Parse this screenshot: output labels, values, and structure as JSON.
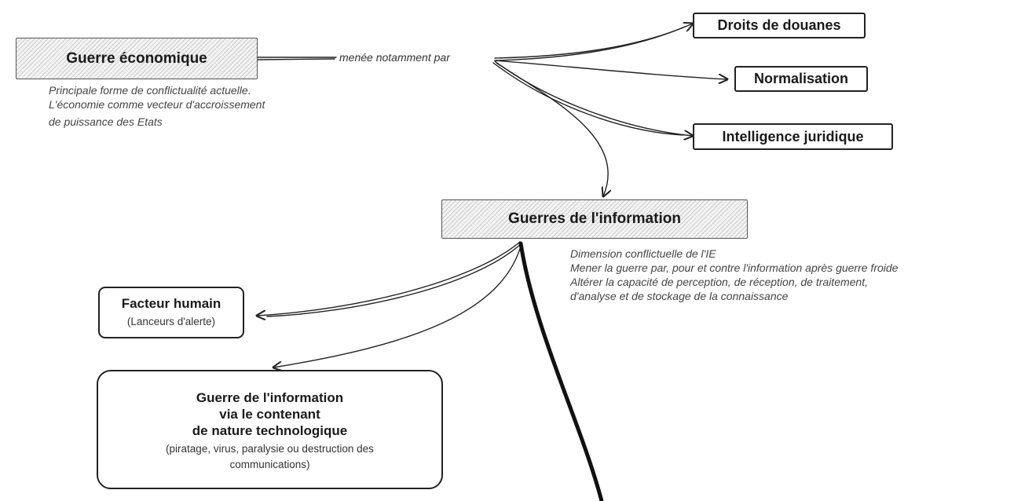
{
  "nodes": {
    "guerre_economique": {
      "label": "Guerre économique"
    },
    "droits_douanes": {
      "label": "Droits de douanes"
    },
    "normalisation": {
      "label": "Normalisation"
    },
    "intelligence_juridique": {
      "label": "Intelligence juridique"
    },
    "guerres_information": {
      "label": "Guerres de l'information"
    },
    "facteur_humain": {
      "label": "Facteur humain",
      "sublabel": "(Lanceurs d'alerte)"
    },
    "contenant": {
      "lines": [
        "Guerre de l'information",
        "via le contenant",
        "de nature technologique"
      ],
      "sublines": [
        "(piratage, virus, paralysie ou destruction des",
        "communications)"
      ]
    }
  },
  "edge_label": "menée notamment par",
  "notes": {
    "economique": [
      "Principale forme de conflictualité actuelle.",
      "L'économie comme vecteur d'accroissement",
      "de puissance des Etats"
    ],
    "information": [
      "Dimension conflictuelle de l'IE",
      "Mener la guerre par, pour et contre l'information après guerre froide",
      "Altérer la capacité de perception, de réception, de traitement,",
      "d'analyse et de stockage de la connaissance"
    ]
  }
}
